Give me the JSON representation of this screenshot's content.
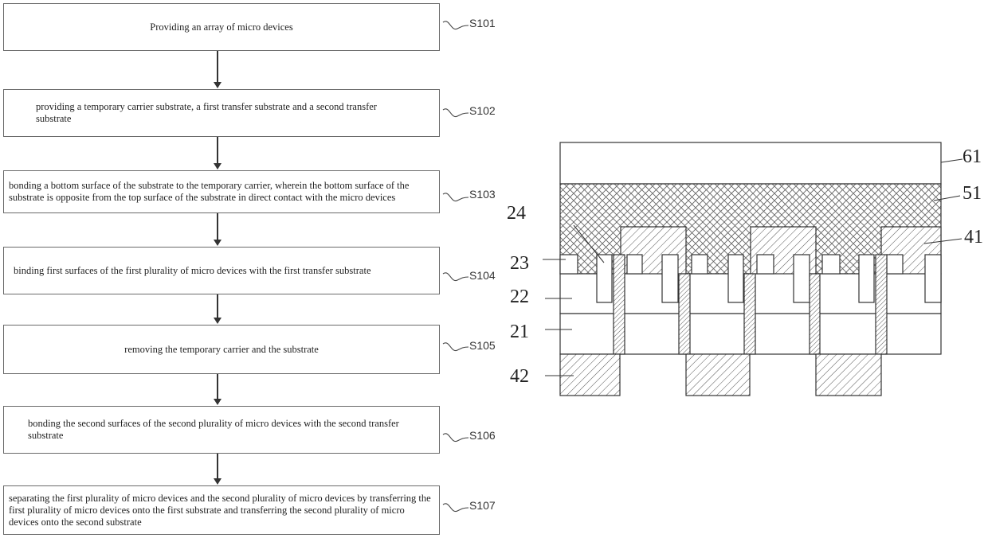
{
  "flowchart": {
    "steps": [
      {
        "id": "S101",
        "text": "Providing an array of micro devices"
      },
      {
        "id": "S102",
        "text": "providing a temporary carrier substrate, a first transfer substrate and a second transfer substrate"
      },
      {
        "id": "S103",
        "text": "bonding a bottom surface of the substrate to the temporary carrier, wherein the bottom surface of the substrate is opposite from the top surface of the substrate in direct contact with the micro devices"
      },
      {
        "id": "S104",
        "text": "binding first surfaces of the first plurality of micro devices with the first transfer substrate"
      },
      {
        "id": "S105",
        "text": "removing the temporary carrier and the substrate"
      },
      {
        "id": "S106",
        "text": "bonding the second surfaces of the second plurality of micro devices with the second transfer substrate"
      },
      {
        "id": "S107",
        "text": "separating the first plurality of micro devices and the second plurality of micro devices by transferring the first plurality of micro devices onto the first substrate and transferring the second plurality of micro devices onto the second substrate"
      }
    ]
  },
  "cross_section": {
    "labels": {
      "l61": "61",
      "l51": "51",
      "l41": "41",
      "l24": "24",
      "l23": "23",
      "l22": "22",
      "l21": "21",
      "l42": "42"
    }
  }
}
